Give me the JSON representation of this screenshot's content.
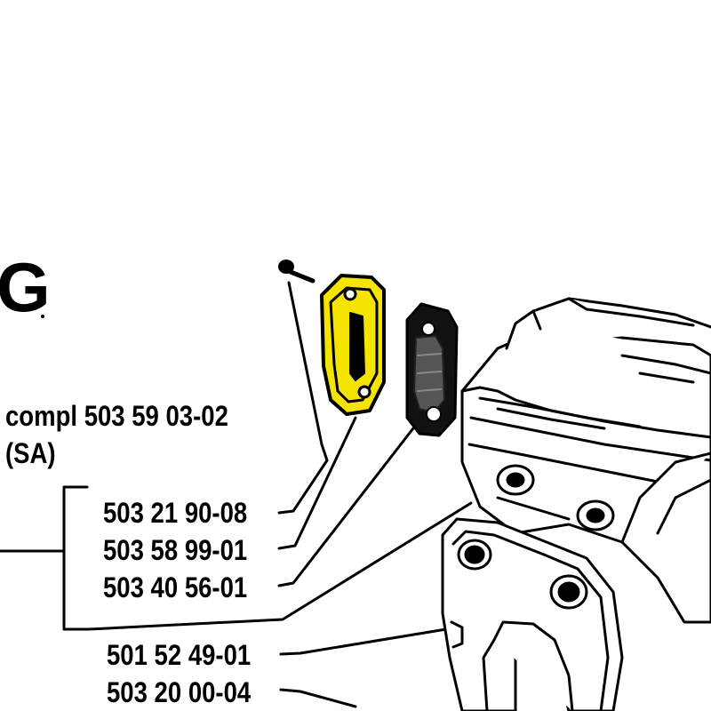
{
  "heading": "G",
  "assembly": {
    "line1": "compl 503 59 03-02",
    "line2": "(SA)"
  },
  "parts": [
    "503 21 90-08",
    "503 58 99-01",
    "503 40 56-01",
    "501 52 49-01",
    "503 20 00-04"
  ],
  "colors": {
    "highlight": "#f5e400",
    "ink": "#000000",
    "background": "#ffffff"
  }
}
